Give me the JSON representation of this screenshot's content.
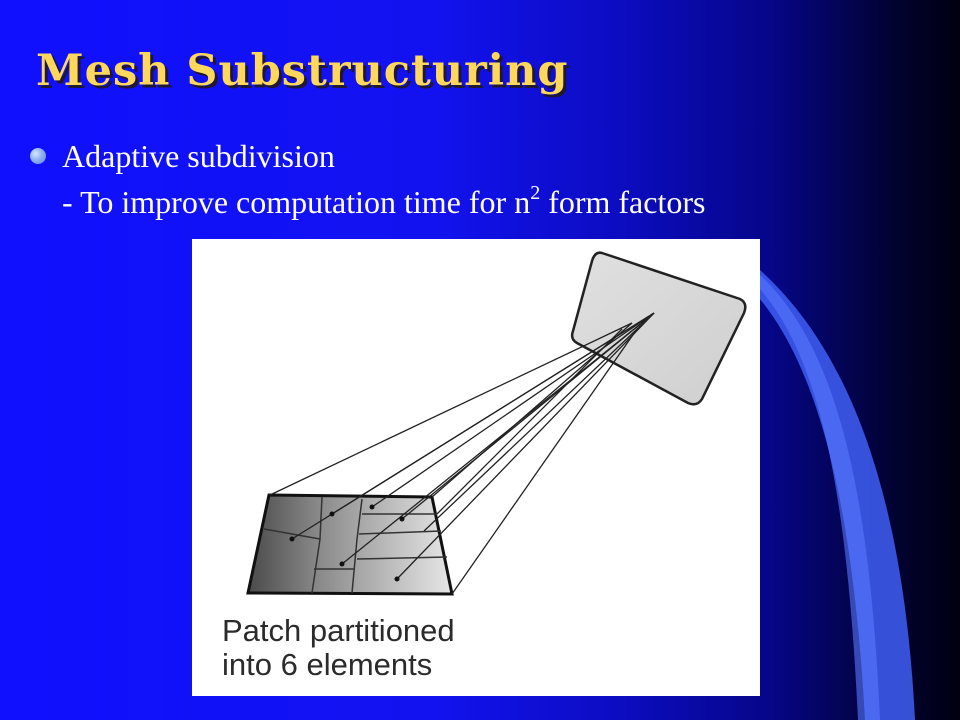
{
  "slide": {
    "title": "Mesh Substructuring",
    "bullet": {
      "text": "Adaptive subdivision",
      "sub_prefix": "- To improve computation time for n",
      "sub_superscript": "2",
      "sub_suffix": " form factors"
    },
    "figure": {
      "caption_line1": "Patch partitioned",
      "caption_line2": "into 6 elements"
    },
    "colors": {
      "title": "#ffd75a",
      "background": "#1010ff",
      "text": "#ffffff"
    }
  }
}
